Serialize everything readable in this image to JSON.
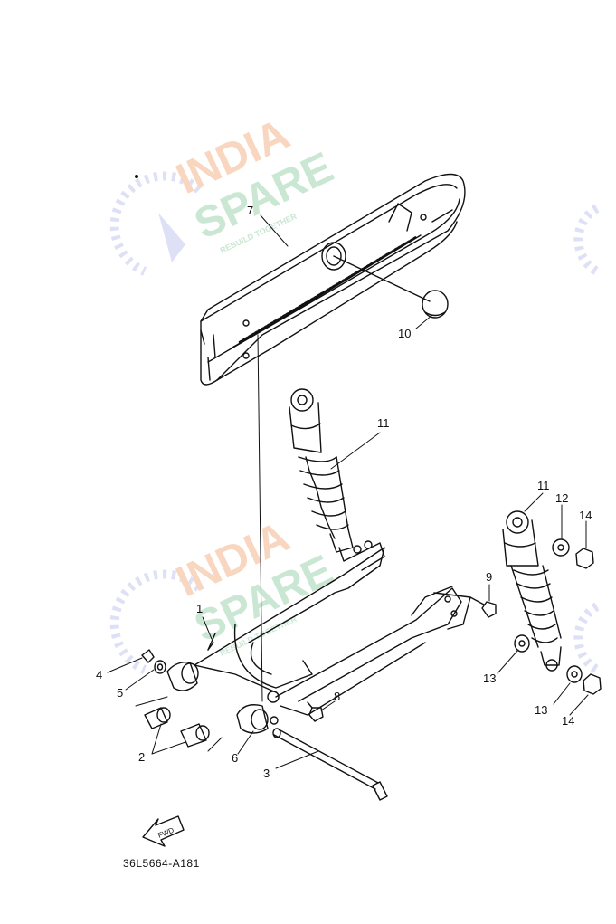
{
  "watermark": {
    "line1": "INDIA",
    "line2": "SPARE",
    "tagline": "REBUILD TOGETHER",
    "colors": {
      "orange": "#f3b48a",
      "green": "#9fd3b0",
      "blue": "#c3c8ee"
    }
  },
  "callouts": {
    "p1": "1",
    "p2": "2",
    "p3": "3",
    "p4": "4",
    "p5": "5",
    "p6": "6",
    "p7": "7",
    "p8": "8",
    "p9": "9",
    "p10": "10",
    "p11a": "11",
    "p11b": "11",
    "p12": "12",
    "p13a": "13",
    "p13b": "13",
    "p14a": "14",
    "p14b": "14"
  },
  "fwd_label": "FWD",
  "diagram_code": "36L5664-A181"
}
